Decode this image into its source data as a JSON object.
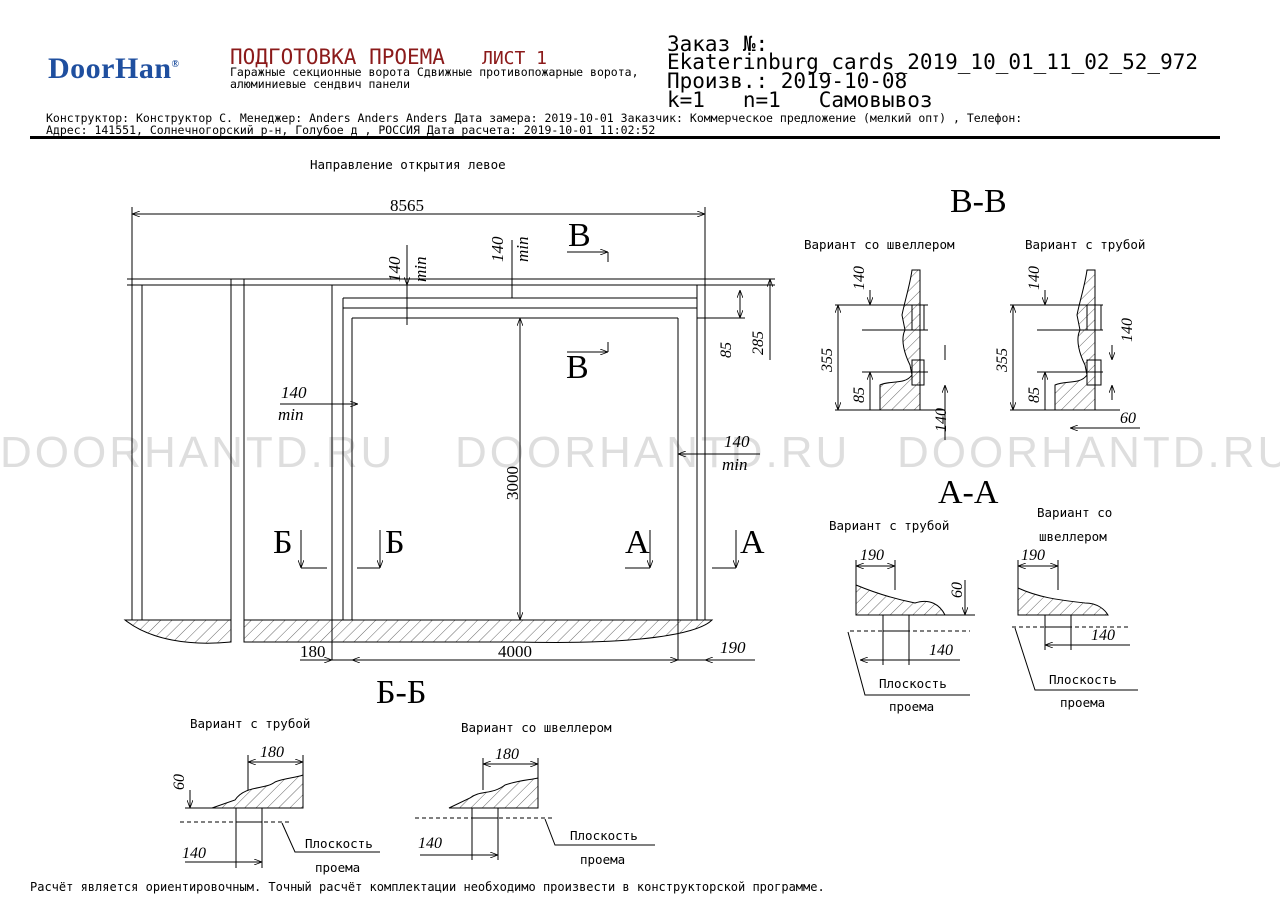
{
  "header": {
    "logo": "DoorHan",
    "title": "ПОДГОТОВКА ПРОЕМА",
    "sheet": "ЛИСТ 1",
    "subtitle": "Гаражные секционные ворота Сдвижные противопожарные ворота, алюминиевые сендвич панели",
    "order_label": "Заказ №:",
    "order_number": "Ekaterinburg_cards_2019_10_01_11_02_52_972",
    "production_date": "Произв.: 2019-10-08",
    "params": "k=1   n=1   Самовывоз",
    "info_line1": "Конструктор: Конструктор С. Менеджер: Anders Anders Anders Дата замера: 2019-10-01 Заказчик: Коммерческое предложение (мелкий опт) , Телефон:",
    "info_line2": "Адрес: 141551, Солнечногорский р-н, Голубое д , РОССИЯ Дата расчета: 2019-10-01 11:02:52"
  },
  "drawing": {
    "direction": "Направление открытия левое",
    "dims": {
      "total_width": "8565",
      "height": "3000",
      "opening_width": "4000",
      "left_side": "180",
      "right_side": "190",
      "top_min_a": "140",
      "top_min_b": "140",
      "min": "min",
      "side_min_left": "140",
      "side_min_right": "140",
      "lintel_85": "85",
      "lintel_285": "285"
    },
    "section_marks": {
      "v": "В",
      "b": "Б",
      "a": "А"
    }
  },
  "sections": {
    "vv": {
      "title": "В-В",
      "variant1": "Вариант со швеллером",
      "variant2": "Вариант с трубой",
      "d140": "140",
      "d355": "355",
      "d85": "85",
      "d60": "60"
    },
    "aa": {
      "title": "А-А",
      "variant1": "Вариант с трубой",
      "variant2_line1": "Вариант со",
      "variant2_line2": "швеллером",
      "d190": "190",
      "d60": "60",
      "d140": "140",
      "plane_line1": "Плоскость",
      "plane_line2": "проема"
    },
    "bb": {
      "title": "Б-Б",
      "variant1": "Вариант с трубой",
      "variant2": "Вариант со швеллером",
      "d180": "180",
      "d60": "60",
      "d140": "140",
      "plane_line1": "Плоскость",
      "plane_line2": "проема"
    }
  },
  "watermark": "DOORHANTD.RU",
  "footer": "Расчёт является ориентировочным. Точный расчёт комплектации необходимо произвести в конструкторской программе.",
  "colors": {
    "title": "#8b1a1a",
    "logo": "#1f4f9f",
    "watermark": "#dedede"
  }
}
